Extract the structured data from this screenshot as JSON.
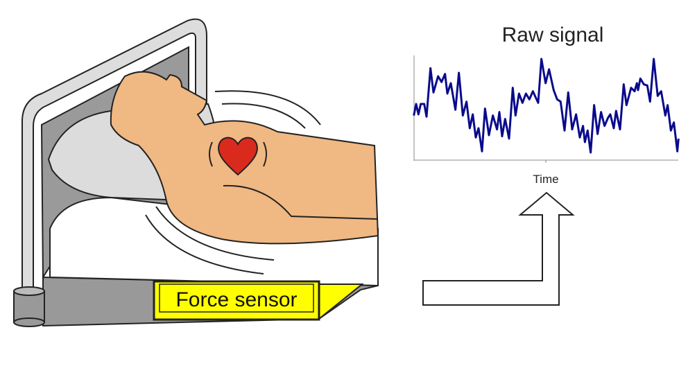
{
  "title": "Raw signal",
  "x_axis_label": "Time",
  "sensor_label": "Force sensor",
  "colors": {
    "skin": "#F0B882",
    "heart": "#DA2A1E",
    "signal": "#0A0A8C",
    "sensor": "#FFFF00",
    "frame": "#A0A0A0",
    "pillow": "#DCDCDC"
  }
}
